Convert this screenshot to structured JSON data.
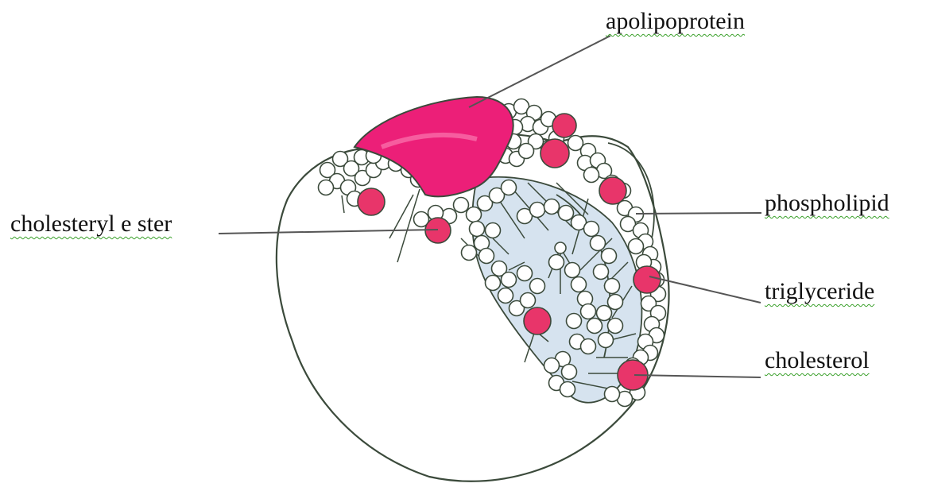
{
  "diagram": {
    "labels": {
      "apolipoprotein": "apolipoprotein",
      "cholesteryl_ester": "cholesteryl e ster",
      "phospholipid": "phospholipid",
      "triglyceride": "triglyceride",
      "cholesterol": "cholesterol"
    }
  },
  "colors": {
    "apolipoprotein_fill": "#ec1f78",
    "cholesterol_fill": "#e8356a",
    "core_fill": "#d6e3ef",
    "outline": "#3b4a3b",
    "leader_line": "#555555",
    "spellcheck_underline": "#3aa02a",
    "label_text": "#111111"
  }
}
